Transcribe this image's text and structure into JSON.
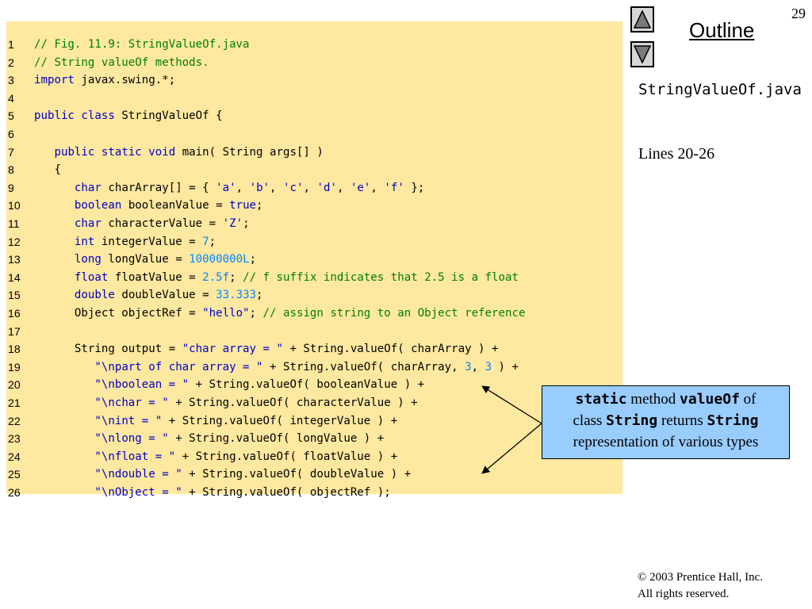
{
  "slide": {
    "page_number": "29"
  },
  "nav": {
    "up_icon": "triangle-up-icon",
    "down_icon": "triangle-down-icon"
  },
  "outline": {
    "title": "Outline"
  },
  "sidebar": {
    "file_name": "StringValueOf.java",
    "lines_label": "Lines 20-26"
  },
  "callout": {
    "w1": "static",
    "w2": " method ",
    "w3": "valueOf",
    "w4": " of",
    "w5": "class ",
    "w6": "String",
    "w7": " returns ",
    "w8": "String",
    "w9": "representation of various types"
  },
  "footer": {
    "copyright_line1": "© 2003 Prentice Hall, Inc.",
    "copyright_line2": "All rights reserved."
  },
  "colors": {
    "code_bg": "#ffe8a0",
    "keyword": "#0000c8",
    "comment": "#008000",
    "number": "#0088ff",
    "callout_bg": "#99ccff"
  },
  "code_lines": [
    {
      "n": "1",
      "tokens": [
        [
          "cm",
          "// Fig. 11.9: StringValueOf.java"
        ]
      ]
    },
    {
      "n": "2",
      "tokens": [
        [
          "cm",
          "// String valueOf methods."
        ]
      ]
    },
    {
      "n": "3",
      "tokens": [
        [
          "kw",
          "import"
        ],
        [
          "pl",
          " javax.swing.*;"
        ]
      ]
    },
    {
      "n": "4",
      "tokens": []
    },
    {
      "n": "5",
      "tokens": [
        [
          "kw",
          "public class"
        ],
        [
          "pl",
          " StringValueOf {"
        ]
      ]
    },
    {
      "n": "6",
      "tokens": []
    },
    {
      "n": "7",
      "tokens": [
        [
          "pl",
          "   "
        ],
        [
          "kw",
          "public static void"
        ],
        [
          "pl",
          " main( String args[] )"
        ]
      ]
    },
    {
      "n": "8",
      "tokens": [
        [
          "pl",
          "   {"
        ]
      ]
    },
    {
      "n": "9",
      "tokens": [
        [
          "pl",
          "      "
        ],
        [
          "kw",
          "char"
        ],
        [
          "pl",
          " charArray[] = { "
        ],
        [
          "str",
          "'a'"
        ],
        [
          "pl",
          ", "
        ],
        [
          "str",
          "'b'"
        ],
        [
          "pl",
          ", "
        ],
        [
          "str",
          "'c'"
        ],
        [
          "pl",
          ", "
        ],
        [
          "str",
          "'d'"
        ],
        [
          "pl",
          ", "
        ],
        [
          "str",
          "'e'"
        ],
        [
          "pl",
          ", "
        ],
        [
          "str",
          "'f'"
        ],
        [
          "pl",
          " };"
        ]
      ]
    },
    {
      "n": "10",
      "tokens": [
        [
          "pl",
          "      "
        ],
        [
          "kw",
          "boolean"
        ],
        [
          "pl",
          " booleanValue = "
        ],
        [
          "kw",
          "true"
        ],
        [
          "pl",
          ";"
        ]
      ]
    },
    {
      "n": "11",
      "tokens": [
        [
          "pl",
          "      "
        ],
        [
          "kw",
          "char"
        ],
        [
          "pl",
          " characterValue = "
        ],
        [
          "str",
          "'Z'"
        ],
        [
          "pl",
          ";"
        ]
      ]
    },
    {
      "n": "12",
      "tokens": [
        [
          "pl",
          "      "
        ],
        [
          "kw",
          "int"
        ],
        [
          "pl",
          " integerValue = "
        ],
        [
          "num",
          "7"
        ],
        [
          "pl",
          ";"
        ]
      ]
    },
    {
      "n": "13",
      "tokens": [
        [
          "pl",
          "      "
        ],
        [
          "kw",
          "long"
        ],
        [
          "pl",
          " longValue = "
        ],
        [
          "num",
          "10000000L"
        ],
        [
          "pl",
          ";"
        ]
      ]
    },
    {
      "n": "14",
      "tokens": [
        [
          "pl",
          "      "
        ],
        [
          "kw",
          "float"
        ],
        [
          "pl",
          " floatValue = "
        ],
        [
          "num",
          "2.5f"
        ],
        [
          "pl",
          "; "
        ],
        [
          "cm",
          "// f suffix indicates that 2.5 is a float"
        ]
      ]
    },
    {
      "n": "15",
      "tokens": [
        [
          "pl",
          "      "
        ],
        [
          "kw",
          "double"
        ],
        [
          "pl",
          " doubleValue = "
        ],
        [
          "num",
          "33.333"
        ],
        [
          "pl",
          ";"
        ]
      ]
    },
    {
      "n": "16",
      "tokens": [
        [
          "pl",
          "      Object objectRef = "
        ],
        [
          "str",
          "\"hello\""
        ],
        [
          "pl",
          "; "
        ],
        [
          "cm",
          "// assign string to an Object reference"
        ]
      ]
    },
    {
      "n": "17",
      "tokens": []
    },
    {
      "n": "18",
      "tokens": [
        [
          "pl",
          "      String output = "
        ],
        [
          "str",
          "\"char array = \""
        ],
        [
          "pl",
          " + String.valueOf( charArray ) +"
        ]
      ]
    },
    {
      "n": "19",
      "tokens": [
        [
          "pl",
          "         "
        ],
        [
          "str",
          "\"\\npart of char array = \""
        ],
        [
          "pl",
          " + String.valueOf( charArray, "
        ],
        [
          "num",
          "3"
        ],
        [
          "pl",
          ", "
        ],
        [
          "num",
          "3"
        ],
        [
          "pl",
          " ) +"
        ]
      ]
    },
    {
      "n": "20",
      "tokens": [
        [
          "pl",
          "         "
        ],
        [
          "str",
          "\"\\nboolean = \""
        ],
        [
          "pl",
          " + String.valueOf( booleanValue ) +"
        ]
      ]
    },
    {
      "n": "21",
      "tokens": [
        [
          "pl",
          "         "
        ],
        [
          "str",
          "\"\\nchar = \""
        ],
        [
          "pl",
          " + String.valueOf( characterValue ) +"
        ]
      ]
    },
    {
      "n": "22",
      "tokens": [
        [
          "pl",
          "         "
        ],
        [
          "str",
          "\"\\nint = \""
        ],
        [
          "pl",
          " + String.valueOf( integerValue ) +"
        ]
      ]
    },
    {
      "n": "23",
      "tokens": [
        [
          "pl",
          "         "
        ],
        [
          "str",
          "\"\\nlong = \""
        ],
        [
          "pl",
          " + String.valueOf( longValue ) +"
        ]
      ]
    },
    {
      "n": "24",
      "tokens": [
        [
          "pl",
          "         "
        ],
        [
          "str",
          "\"\\nfloat = \""
        ],
        [
          "pl",
          " + String.valueOf( floatValue ) +"
        ]
      ]
    },
    {
      "n": "25",
      "tokens": [
        [
          "pl",
          "         "
        ],
        [
          "str",
          "\"\\ndouble = \""
        ],
        [
          "pl",
          " + String.valueOf( doubleValue ) +"
        ]
      ]
    },
    {
      "n": "26",
      "tokens": [
        [
          "pl",
          "         "
        ],
        [
          "str",
          "\"\\nObject = \""
        ],
        [
          "pl",
          " + String.valueOf( objectRef );"
        ]
      ]
    }
  ]
}
